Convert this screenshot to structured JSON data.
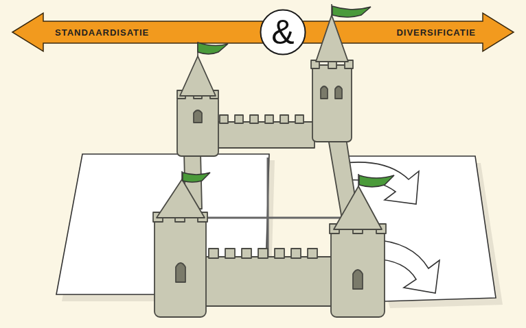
{
  "diagram": {
    "nodes": [
      {
        "text": [
          "STANDAARDISATIE",
          "DIVERSIFICATIE"
        ]
      },
      {
        "text": [
          "&"
        ]
      }
    ]
  }
}
